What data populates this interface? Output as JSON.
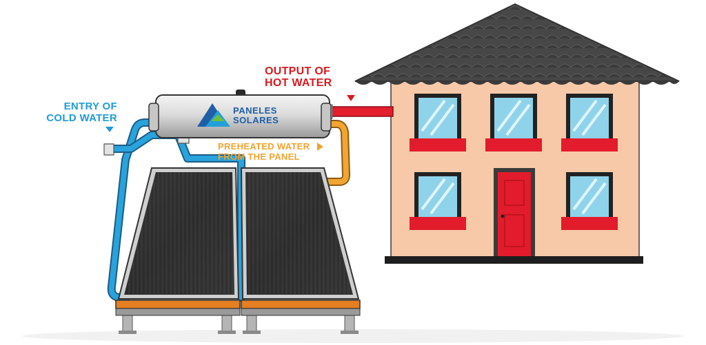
{
  "labels": {
    "cold_line1": "ENTRY OF",
    "cold_line2": "COLD WATER",
    "hot_line1": "OUTPUT OF",
    "hot_line2": "HOT WATER",
    "preheat_line1": "PREHEATED WATER",
    "preheat_line2": "FROM THE PANEL"
  },
  "brand": {
    "line1": "PANELES",
    "line2": "SOLARES"
  },
  "colors": {
    "cold_pipe": "#29a3dc",
    "hot_pipe": "#e31e2d",
    "preheat_pipe": "#f2a531",
    "cold_text": "#1f9bd7",
    "hot_text": "#d7191f",
    "preheat_text": "#f0a330",
    "house_wall": "#f7c9a8",
    "roof": "#4a4a4a",
    "window_sill": "#e21c2c",
    "door": "#e21c2c"
  }
}
